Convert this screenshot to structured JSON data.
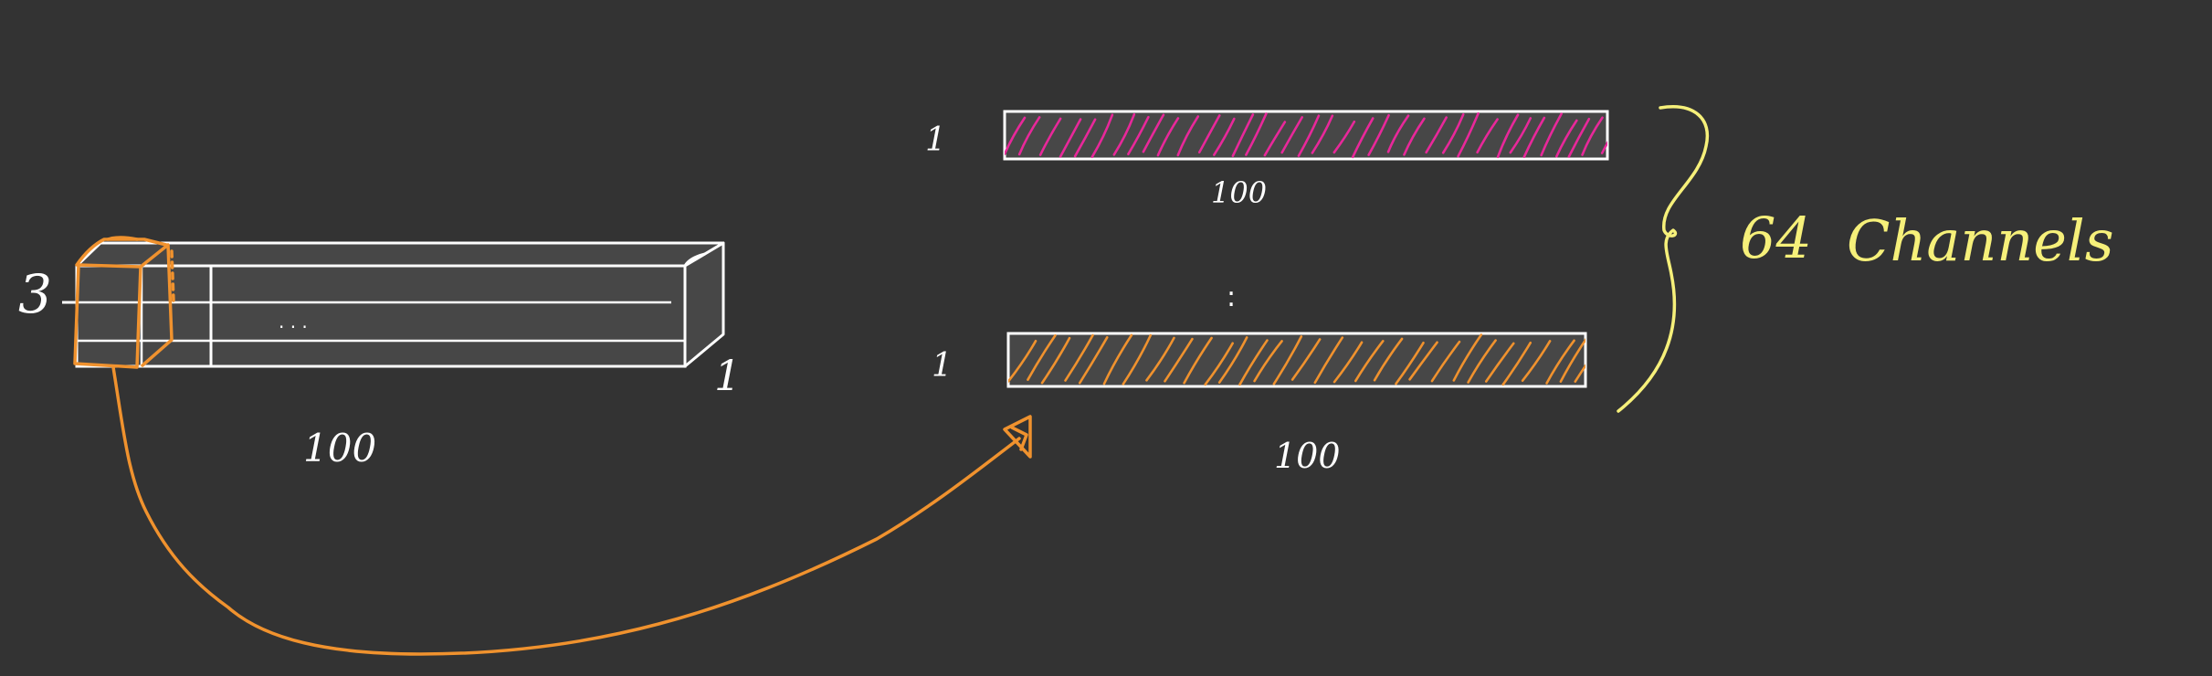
{
  "labels": {
    "input_height": "3",
    "input_depth": "1",
    "input_width": "100",
    "input_ellipsis": "· · ·",
    "channel_top_height": "1",
    "channel_top_width": "100",
    "channel_bottom_height": "1",
    "channel_bottom_width": "100",
    "vertical_ellipsis": ":",
    "channels_count": "64",
    "channels_word": "Channels"
  },
  "colors": {
    "background": "#333333",
    "stroke": "#ffffff",
    "fill": "#474747",
    "orange": "#f0922e",
    "magenta": "#e8289a",
    "yellow": "#f6f07a"
  }
}
